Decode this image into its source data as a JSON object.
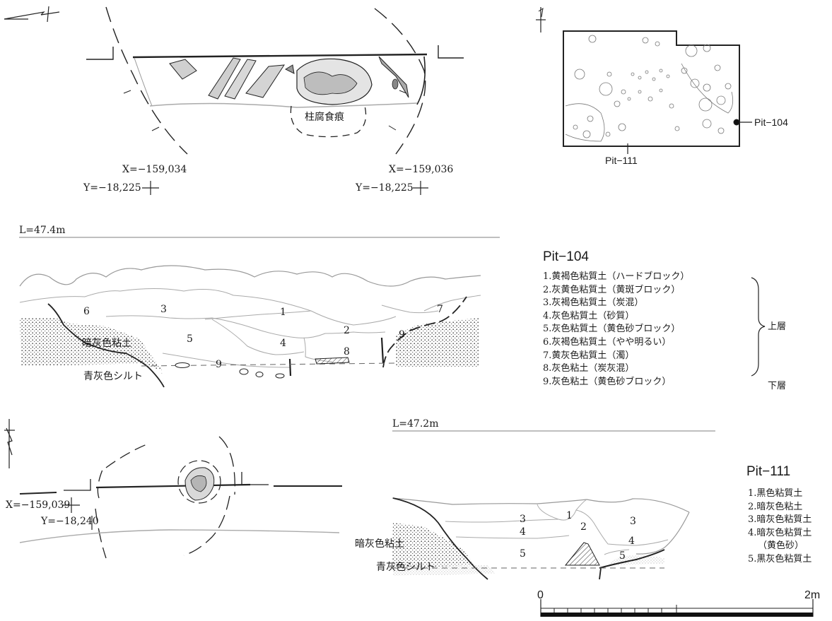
{
  "plan_top": {
    "feature_label": "柱腐食痕",
    "coords": [
      {
        "x": "X=−159,034",
        "y": "Y=−18,225"
      },
      {
        "x": "X=−159,036",
        "y": "Y=−18,225"
      }
    ]
  },
  "site_plan": {
    "label_104": "Pit−104",
    "label_111": "Pit−111"
  },
  "section_104": {
    "level": "L=47.4m",
    "layer_numbers": [
      "1",
      "2",
      "3",
      "4",
      "5",
      "6",
      "7",
      "8",
      "9",
      "9"
    ],
    "side_label_clay": "暗灰色粘土",
    "side_label_silt": "青灰色シルト"
  },
  "legend_104": {
    "title": "Pit−104",
    "items": [
      "1.黄褐色粘質土（ハードブロック）",
      "2.灰黄色粘質土（黄斑ブロック）",
      "3.灰褐色粘質土（炭混）",
      "4.灰色粘質土（砂質）",
      "5.灰色粘質土（黄色砂ブロック）",
      "6.灰褐色粘質土（やや明るい）",
      "7.黄灰色粘質土（濁）",
      "8.灰色粘土（炭灰混）",
      "9.灰色粘土（黄色砂ブロック）"
    ],
    "upper_label": "上層",
    "lower_label": "下層"
  },
  "plan_bottom": {
    "x": "X=−159,039",
    "y": "Y=−18,240"
  },
  "section_111": {
    "level": "L=47.2m",
    "layer_numbers": [
      "1",
      "2",
      "3",
      "3",
      "4",
      "4",
      "5",
      "5"
    ],
    "side_label_clay": "暗灰色粘土",
    "side_label_silt": "青灰色シルト"
  },
  "legend_111": {
    "title": "Pit−111",
    "items": [
      "1.黒色粘質土",
      "2.暗灰色粘土",
      "3.暗灰色粘質土",
      "4.暗灰色粘質土",
      "（黄色砂）",
      "5.黒灰色粘質土"
    ]
  },
  "scale_bar": {
    "start": "0",
    "end": "2m"
  }
}
